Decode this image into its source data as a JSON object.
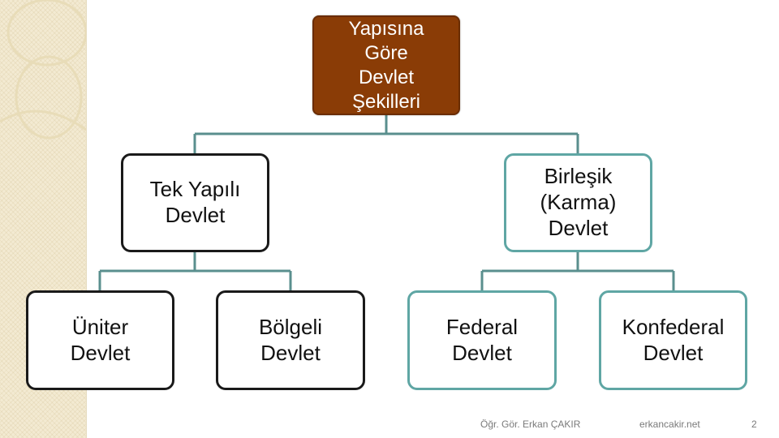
{
  "diagram": {
    "root": {
      "label": "Yapısına\nGöre\nDevlet\nŞekilleri"
    },
    "level1": [
      {
        "label": "Tek Yapılı\nDevlet"
      },
      {
        "label": "Birleşik\n(Karma)\nDevlet"
      }
    ],
    "level2": [
      {
        "label": "Üniter\nDevlet"
      },
      {
        "label": "Bölgeli\nDevlet"
      },
      {
        "label": "Federal\nDevlet"
      },
      {
        "label": "Konfederal\nDevlet"
      }
    ]
  },
  "footer": {
    "author": "Öğr. Gör. Erkan ÇAKIR",
    "website": "erkancakir.net",
    "page_number": "2"
  },
  "colors": {
    "root_fill": "#8a3c06",
    "dark_border": "#1a1a1a",
    "teal_border": "#5fa6a4",
    "connector": "#5a8f8e",
    "side_strip": "#f3ead2"
  }
}
